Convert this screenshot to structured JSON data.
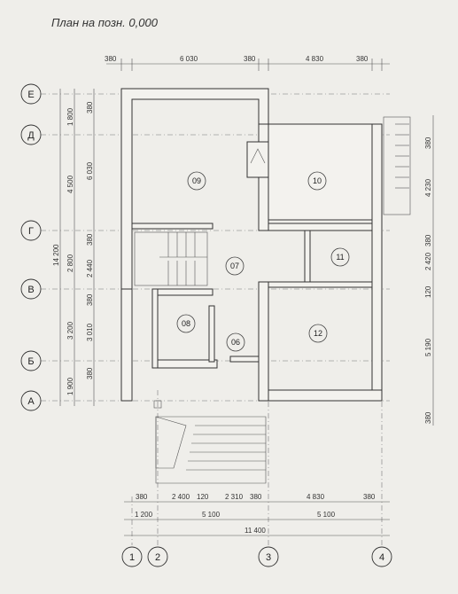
{
  "title": "План на позн. 0,000",
  "axes_letters": [
    "Е",
    "Д",
    "Г",
    "В",
    "Б",
    "А"
  ],
  "axes_numbers": [
    "1",
    "2",
    "3",
    "4"
  ],
  "rooms": [
    "09",
    "10",
    "07",
    "11",
    "08",
    "06",
    "12"
  ],
  "dims_top": [
    "380",
    "6 030",
    "380",
    "4 830",
    "380"
  ],
  "dims_bottom_row1": [
    "380",
    "2 400",
    "120",
    "2 310",
    "380",
    "4 830",
    "380"
  ],
  "dims_bottom_row2": [
    "1 200",
    "5 100",
    "5 100"
  ],
  "dims_bottom_total": "11 400",
  "dims_left_total": "14 200",
  "dims_left_axes": [
    "1 800",
    "4 500",
    "2 800",
    "3 200",
    "1 900"
  ],
  "dims_left_inner": [
    "380",
    "6 030",
    "380",
    "2 440",
    "380",
    "3 010",
    "380"
  ],
  "dims_right": [
    "380",
    "4 230",
    "380",
    "2 420",
    "120",
    "5 190",
    "380"
  ]
}
